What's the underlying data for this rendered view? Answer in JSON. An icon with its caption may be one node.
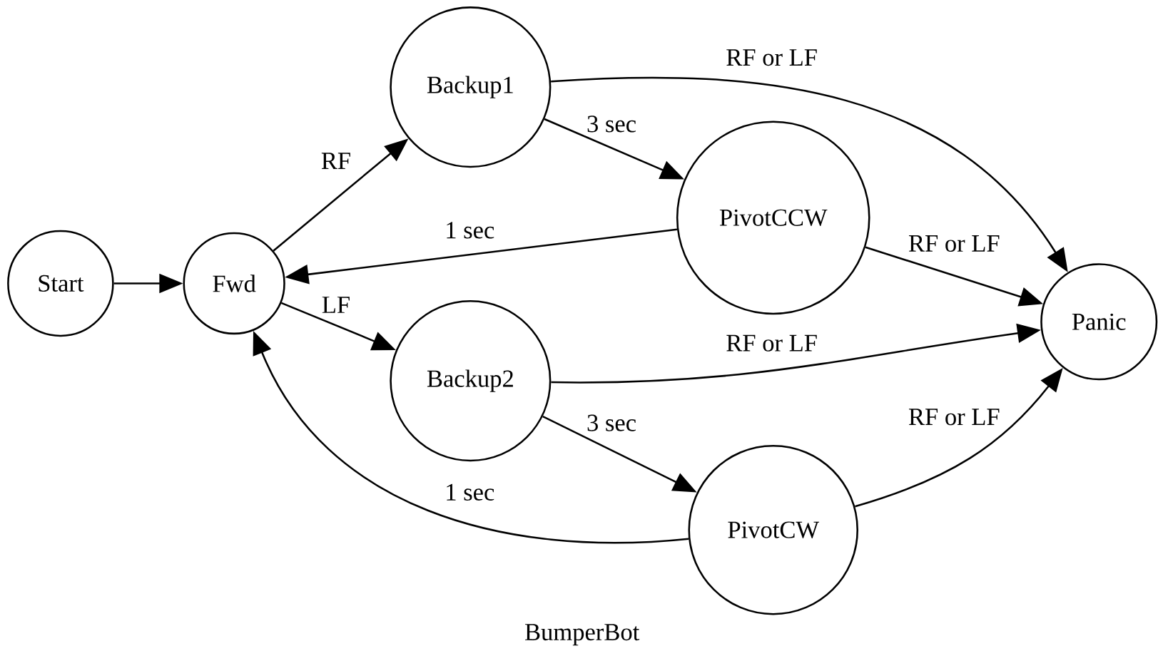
{
  "diagram": {
    "caption": "BumperBot",
    "nodes": [
      {
        "text": [
          "Start"
        ]
      },
      {
        "text": [
          "Fwd"
        ]
      },
      {
        "text": [
          "Backup1"
        ]
      },
      {
        "text": [
          "PivotCCW"
        ]
      },
      {
        "text": [
          "Backup2"
        ]
      },
      {
        "text": [
          "PivotCW"
        ]
      },
      {
        "text": [
          "Panic"
        ]
      }
    ],
    "edges": [
      {
        "from": 0,
        "to": 1,
        "arrow": "to"
      },
      {
        "from": 1,
        "to": 2,
        "arrow": "to",
        "label": "RF"
      },
      {
        "from": 2,
        "to": 6,
        "arrow": "to",
        "label": "RF or LF"
      },
      {
        "from": 2,
        "to": 3,
        "arrow": "to",
        "label": "3 sec"
      },
      {
        "from": 3,
        "to": 1,
        "arrow": "to",
        "label": "1 sec"
      },
      {
        "from": 3,
        "to": 6,
        "arrow": "to",
        "label": "RF or LF"
      },
      {
        "from": 1,
        "to": 4,
        "arrow": "to",
        "label": "LF"
      },
      {
        "from": 4,
        "to": 6,
        "arrow": "to",
        "label": "RF or LF"
      },
      {
        "from": 4,
        "to": 5,
        "arrow": "to",
        "label": "3 sec"
      },
      {
        "from": 5,
        "to": 1,
        "arrow": "to",
        "label": "1 sec"
      },
      {
        "from": 5,
        "to": 6,
        "arrow": "to",
        "label": "RF or LF"
      }
    ]
  }
}
